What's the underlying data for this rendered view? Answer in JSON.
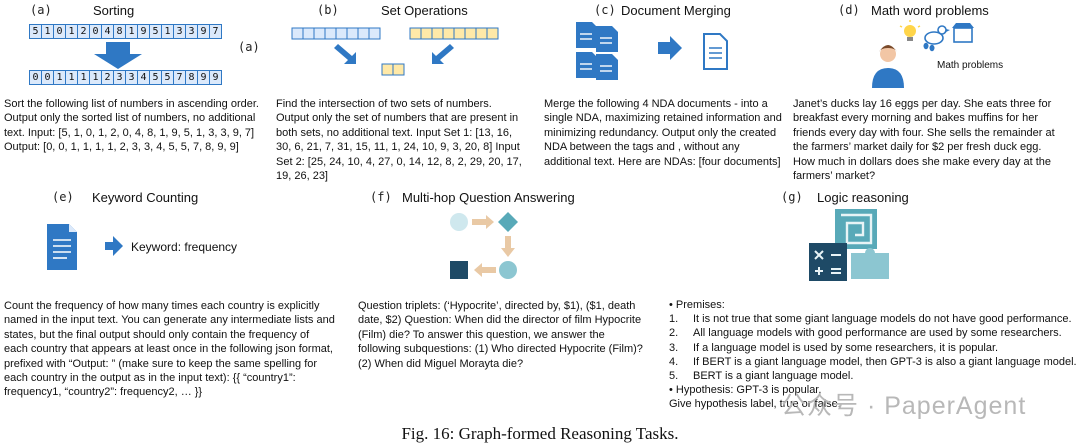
{
  "figure": {
    "caption": "Fig. 16: Graph-formed Reasoning Tasks.",
    "watermark": "公众号 · PaperAgent",
    "stray_label": "(a)",
    "colors": {
      "blue": "#2f78c4",
      "light_blue": "#dbe9fb",
      "yellow": "#ffe9a8",
      "teal": "#58a9b8",
      "navy": "#1e4a66"
    }
  },
  "panels": {
    "sorting": {
      "label": "(a)",
      "title": "Sorting",
      "input_digits": [
        "5",
        "1",
        "0",
        "1",
        "2",
        "0",
        "4",
        "8",
        "1",
        "9",
        "5",
        "1",
        "3",
        "3",
        "9",
        "7"
      ],
      "output_digits": [
        "0",
        "0",
        "1",
        "1",
        "1",
        "1",
        "2",
        "3",
        "3",
        "4",
        "5",
        "5",
        "7",
        "8",
        "9",
        "9"
      ],
      "text": "Sort the following list of numbers in ascending order. Output only the sorted list of numbers, no additional text. Input: [5, 1, 0, 1, 2, 0, 4, 8, 1, 9, 5, 1, 3, 3, 9, 7] Output: [0, 0, 1, 1, 1, 1, 2, 3, 3, 4, 5, 5, 7, 8, 9, 9]",
      "icon": "down-arrow-icon"
    },
    "set_ops": {
      "label": "(b)",
      "title": "Set Operations",
      "text": "Find the intersection of two sets of numbers. Output only the set of numbers that are present in both sets, no additional text. Input Set 1: [13, 16, 30, 6, 21, 7, 31, 15, 11, 1, 24, 10, 9, 3, 20, 8] Input Set 2: [25, 24, 10, 4, 27, 0, 14, 12, 8, 2, 29, 20, 17, 19, 26, 23]"
    },
    "doc_merge": {
      "label": "(c)",
      "title": "Document Merging",
      "text": "Merge the following 4 NDA documents - into a single NDA, maximizing retained information and minimizing redundancy. Output only the created NDA between the tags and , without any additional text. Here are NDAs: [four documents]",
      "icon": "document-icon"
    },
    "math": {
      "label": "(d)",
      "title": "Math word problems",
      "sub_label": "Math problems",
      "text": "Janet’s ducks lay 16 eggs per day. She eats three for breakfast every morning and bakes muffins for her friends every day with four. She sells the remainder at the farmers’ market daily for $2 per fresh duck egg. How much in dollars does she make every day at the farmers’ market?"
    },
    "keyword": {
      "label": "(e)",
      "title": "Keyword Counting",
      "result": "Keyword: frequency",
      "text": "Count the frequency of how many times each country is explicitly named in the input text. You can generate any intermediate lists and states, but the final output should only contain the frequency of each country that appears at least once in the following json format, prefixed with “Output: ” (make sure to keep the same spelling for each country in the output as in the input text): {{ “country1”: frequency1, “country2”: frequency2, … }}"
    },
    "multihop": {
      "label": "(f)",
      "title": "Multi-hop Question Answering",
      "text": "Question triplets: (‘Hypocrite’, directed by, $1), ($1, death date, $2) Question: When did the director of film Hypocrite (Film) die? To answer this question, we answer the following subquestions: (1) Who directed Hypocrite (Film)? (2) When did Miguel Morayta die?"
    },
    "logic": {
      "label": "(g)",
      "title": "Logic reasoning",
      "premises_label": "• Premises:",
      "premises": [
        {
          "n": "1.",
          "t": "It is not true that some giant language models do not have good performance."
        },
        {
          "n": "2.",
          "t": "All language models with good performance are used by some researchers."
        },
        {
          "n": "3.",
          "t": "If a language model is used by some researchers, it is popular."
        },
        {
          "n": "4.",
          "t": "If BERT is a giant language model, then GPT-3 is also a giant language model."
        },
        {
          "n": "5.",
          "t": "BERT is a giant language model."
        }
      ],
      "hypothesis": "• Hypothesis: GPT-3 is popular.",
      "instruction": "Give hypothesis label, true or false."
    }
  }
}
